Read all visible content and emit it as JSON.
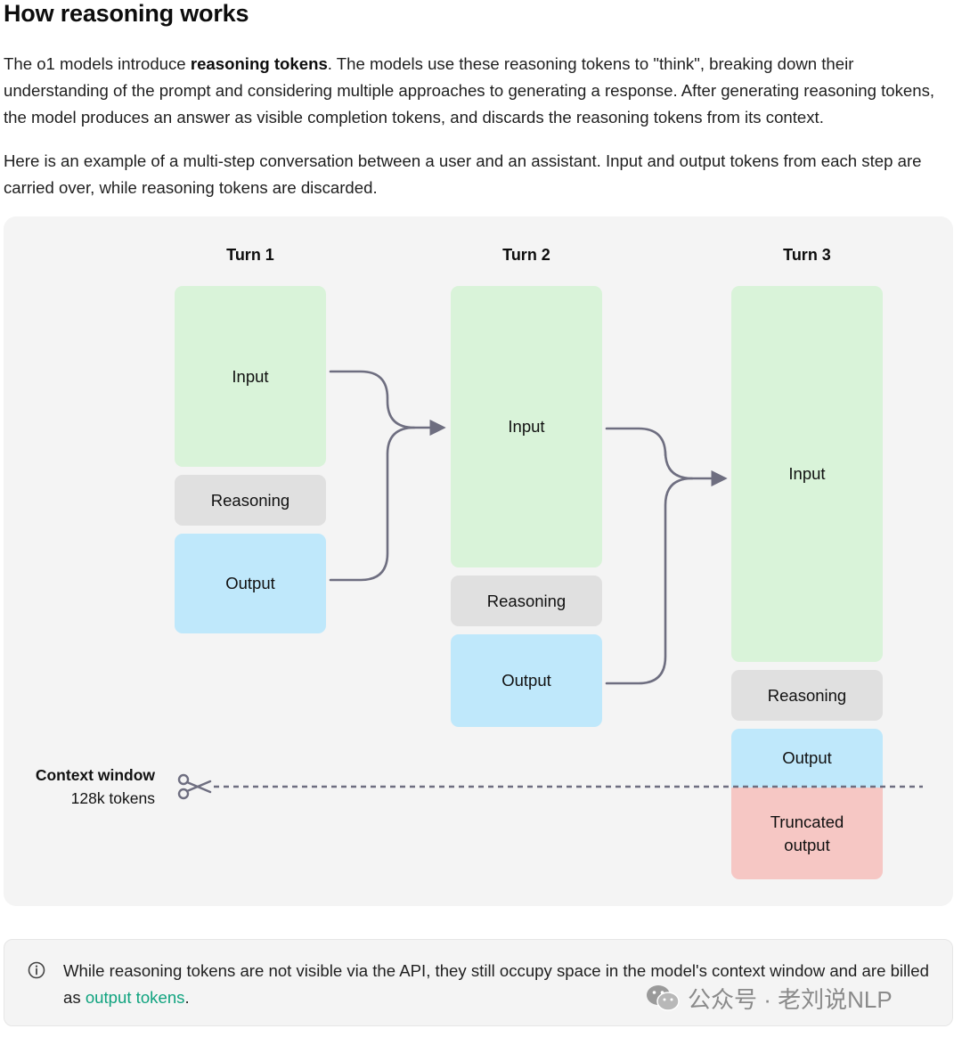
{
  "heading": "How reasoning works",
  "intro": {
    "pre": "The o1 models introduce ",
    "bold": "reasoning tokens",
    "post": ". The models use these reasoning tokens to \"think\", breaking down their understanding of the prompt and considering multiple approaches to generating a response. After generating reasoning tokens, the model produces an answer as visible completion tokens, and discards the reasoning tokens from its context."
  },
  "example_text": "Here is an example of a multi-step conversation between a user and an assistant. Input and output tokens from each step are carried over, while reasoning tokens are discarded.",
  "diagram": {
    "turns": [
      {
        "title": "Turn 1",
        "input": "Input",
        "reasoning": "Reasoning",
        "output": "Output"
      },
      {
        "title": "Turn 2",
        "input": "Input",
        "reasoning": "Reasoning",
        "output": "Output"
      },
      {
        "title": "Turn 3",
        "input": "Input",
        "reasoning": "Reasoning",
        "output": "Output",
        "truncated": "Truncated output"
      }
    ],
    "context_window": {
      "title": "Context window",
      "size": "128k tokens"
    },
    "colors": {
      "input": "#d9f3d9",
      "reasoning": "#e0e0e0",
      "output": "#bfe8fb",
      "truncated": "#f6c7c4",
      "arrow": "#6e6e80"
    }
  },
  "note": {
    "pre": "While reasoning tokens are not visible via the API, they still occupy space in the model's context window and are billed as ",
    "link": "output tokens",
    "post": "."
  },
  "watermark": "公众号 · 老刘说NLP"
}
